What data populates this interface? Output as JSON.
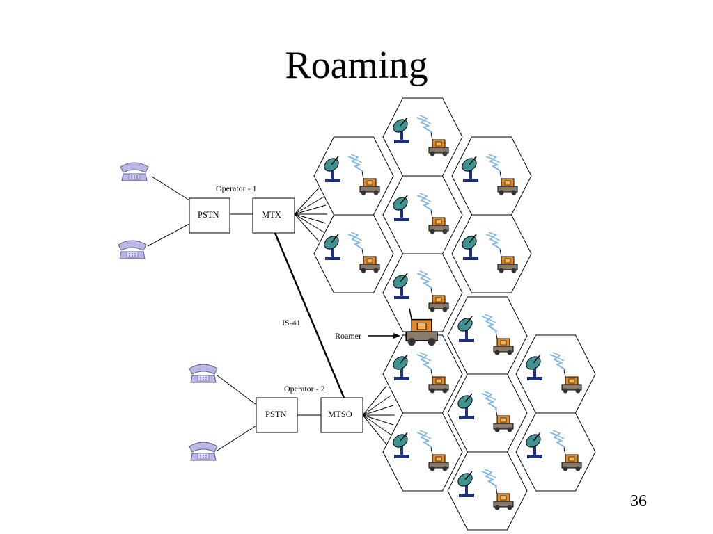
{
  "title": "Roaming",
  "page_number": "36",
  "operator1": {
    "label": "Operator - 1",
    "pstn_label": "PSTN",
    "switch_label": "MTX"
  },
  "operator2": {
    "label": "Operator - 2",
    "pstn_label": "PSTN",
    "switch_label": "MTSO"
  },
  "link_label": "IS-41",
  "roamer_label": "Roamer",
  "colors": {
    "phone": "#b9b9e8",
    "antenna_dish": "#3f9393",
    "antenna_base": "#1f2f7f",
    "car_body": "#e08a2a",
    "signal": "#7fb7e6",
    "lines": "#000000"
  }
}
